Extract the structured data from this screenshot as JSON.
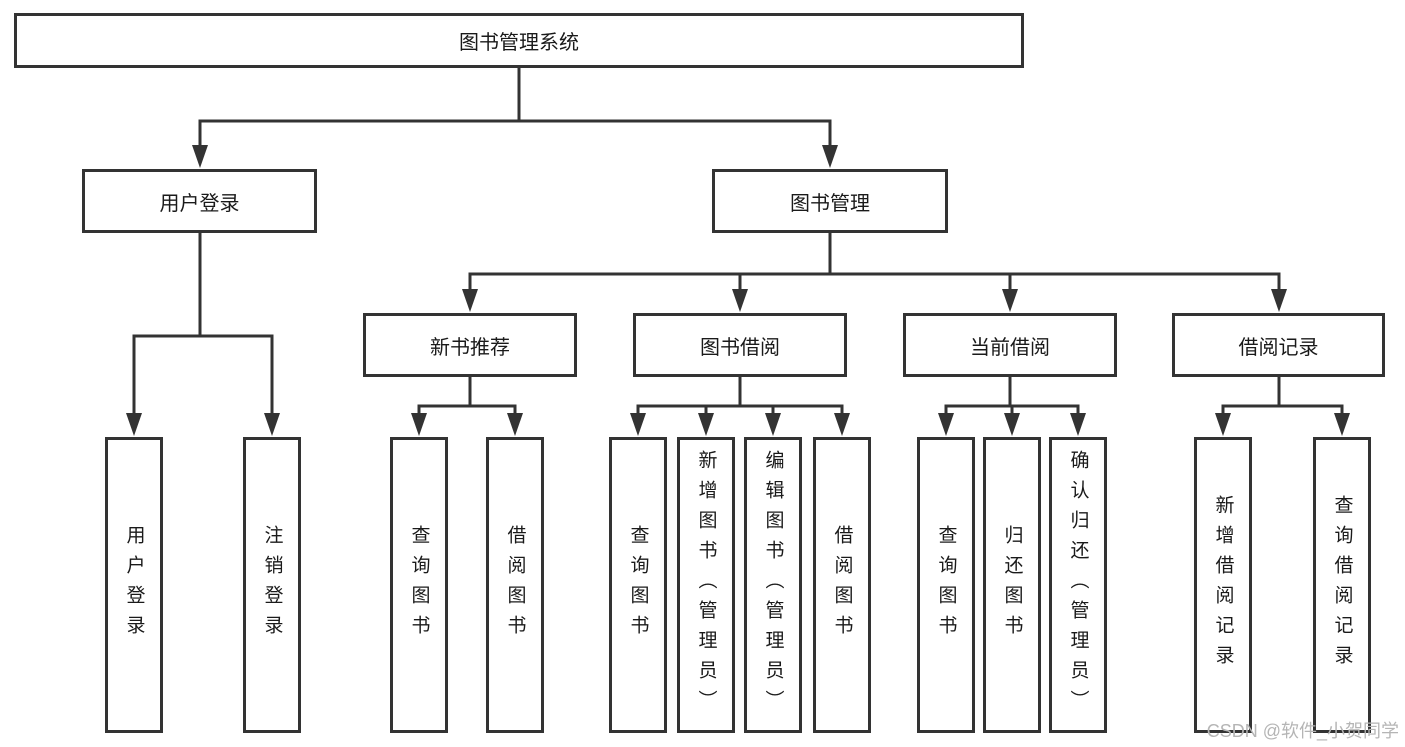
{
  "tree": {
    "label": "图书管理系统",
    "children": [
      {
        "label": "用户登录",
        "children": [
          {
            "label": "用户登录"
          },
          {
            "label": "注销登录"
          }
        ]
      },
      {
        "label": "图书管理",
        "children": [
          {
            "label": "新书推荐",
            "children": [
              {
                "label": "查询图书"
              },
              {
                "label": "借阅图书"
              }
            ]
          },
          {
            "label": "图书借阅",
            "children": [
              {
                "label": "查询图书"
              },
              {
                "label": "新增图书（管理员）"
              },
              {
                "label": "编辑图书（管理员）"
              },
              {
                "label": "借阅图书"
              }
            ]
          },
          {
            "label": "当前借阅",
            "children": [
              {
                "label": "查询图书"
              },
              {
                "label": "归还图书"
              },
              {
                "label": "确认归还（管理员）"
              }
            ]
          },
          {
            "label": "借阅记录",
            "children": [
              {
                "label": "新增借阅记录"
              },
              {
                "label": "查询借阅记录"
              }
            ]
          }
        ]
      }
    ]
  },
  "watermark": "CSDN @软件_小贺同学",
  "colors": {
    "line": "#333333",
    "border": "#333333",
    "fill": "#ffffff",
    "text": "#1a1a1a",
    "watermark": "#b5b5b5",
    "background": "#ffffff"
  }
}
